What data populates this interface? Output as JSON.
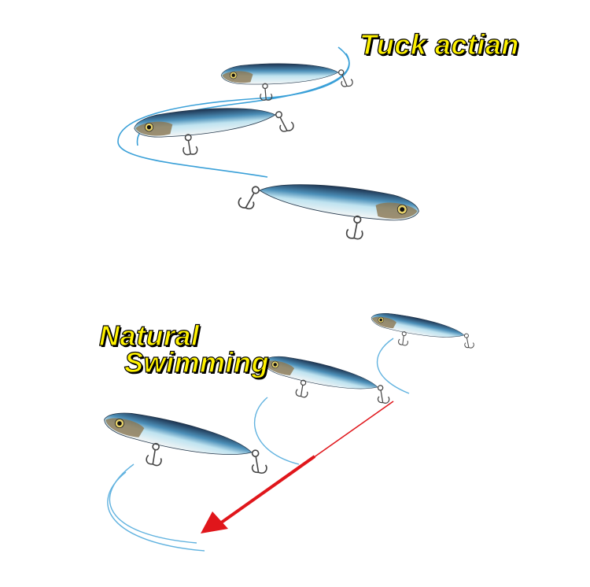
{
  "labels": {
    "tuck_action": "Tuck actian",
    "natural_line1": "Natural",
    "natural_line2": "Swimming"
  },
  "colors": {
    "text_fill": "#fff200",
    "swim_line": "#3aa0d8",
    "arrow": "#e0161b",
    "lure_back": "#1f3c5c",
    "lure_side": "#7fc4e0"
  }
}
